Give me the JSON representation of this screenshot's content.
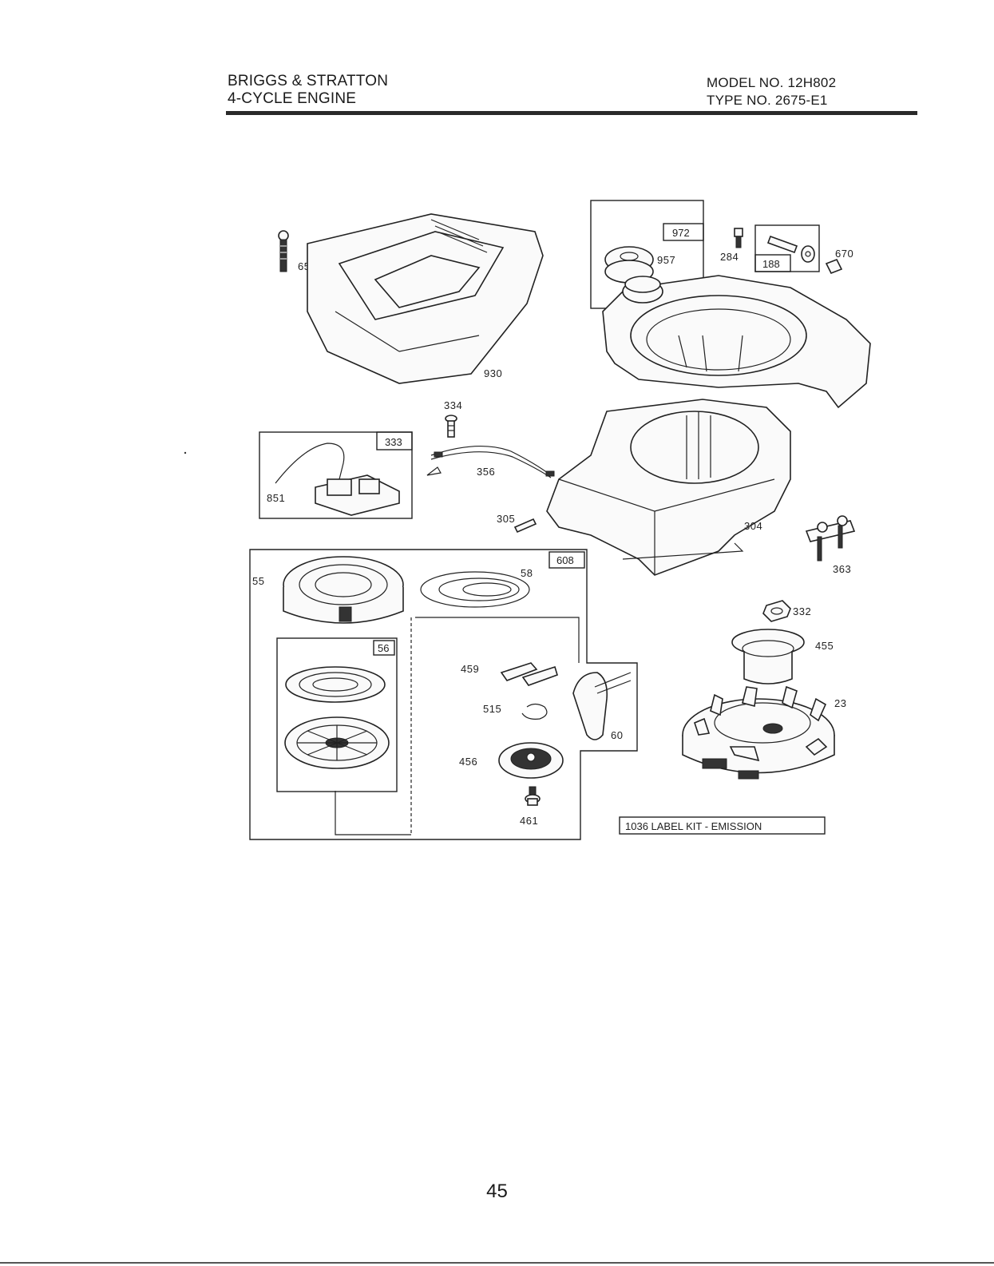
{
  "header": {
    "brand": "BRIGGS & STRATTON",
    "engine": "4-CYCLE ENGINE",
    "model": "MODEL NO. 12H802",
    "type": "TYPE NO. 2675-E1"
  },
  "parts": {
    "p65": "65",
    "p930": "930",
    "p972": "972",
    "p957": "957",
    "p284": "284",
    "p188": "188",
    "p670": "670",
    "p334": "334",
    "p333": "333",
    "p851": "851",
    "p356": "356",
    "p305": "305",
    "p304": "304",
    "p363": "363",
    "p608": "608",
    "p55": "55",
    "p58": "58",
    "p56": "56",
    "p459": "459",
    "p515": "515",
    "p60": "60",
    "p456": "456",
    "p461": "461",
    "p332": "332",
    "p455": "455",
    "p23": "23"
  },
  "label_kit": "1036 LABEL KIT - EMISSION",
  "page_number": "45"
}
